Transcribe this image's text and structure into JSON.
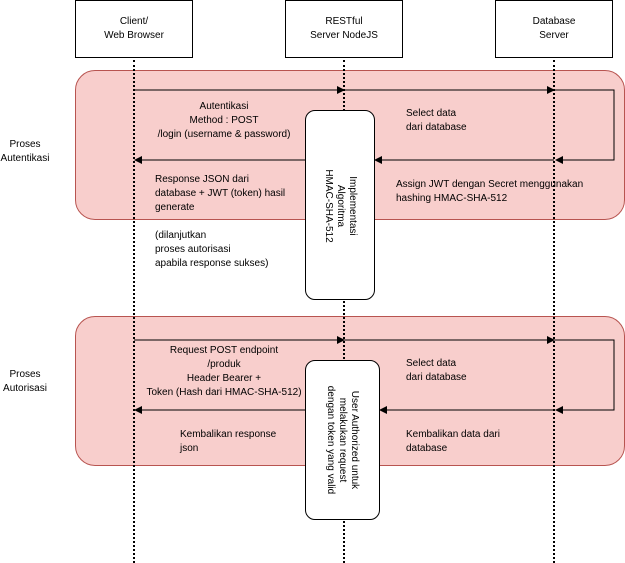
{
  "actors": {
    "client": [
      "Client/",
      "Web Browser"
    ],
    "server": [
      "RESTful",
      "Server NodeJS"
    ],
    "database": [
      "Database",
      "Server"
    ]
  },
  "groups": {
    "auth_label": [
      "Proses",
      "Autentikasi"
    ],
    "authz_label": [
      "Proses",
      "Autorisasi"
    ]
  },
  "auth": {
    "request": [
      "Autentikasi",
      "Method : POST",
      "/login (username & password)"
    ],
    "select": [
      "Select data",
      "dari database"
    ],
    "response": [
      "Response JSON dari",
      "database +  JWT (token) hasil",
      "generate"
    ],
    "assign": "Assign JWT dengan Secret menggunakan hashing HMAC-SHA-512",
    "note": [
      "Implementasi",
      "Algoritma",
      "HMAC-SHA-512"
    ],
    "continued": [
      "(dilanjutkan",
      "proses  autorisasi",
      "apabila response sukses)"
    ]
  },
  "authz": {
    "request": [
      "Request POST endpoint",
      "/produk",
      "Header Bearer +",
      "Token (Hash dari HMAC-SHA-512)"
    ],
    "select": [
      "Select data",
      "dari database"
    ],
    "return_db": [
      "Kembalikan data dari",
      "database"
    ],
    "return_json": [
      "Kembalikan response",
      "json"
    ],
    "note": [
      "User Authorized untuk",
      "melakukan request",
      "dengan  token yang valid"
    ]
  }
}
